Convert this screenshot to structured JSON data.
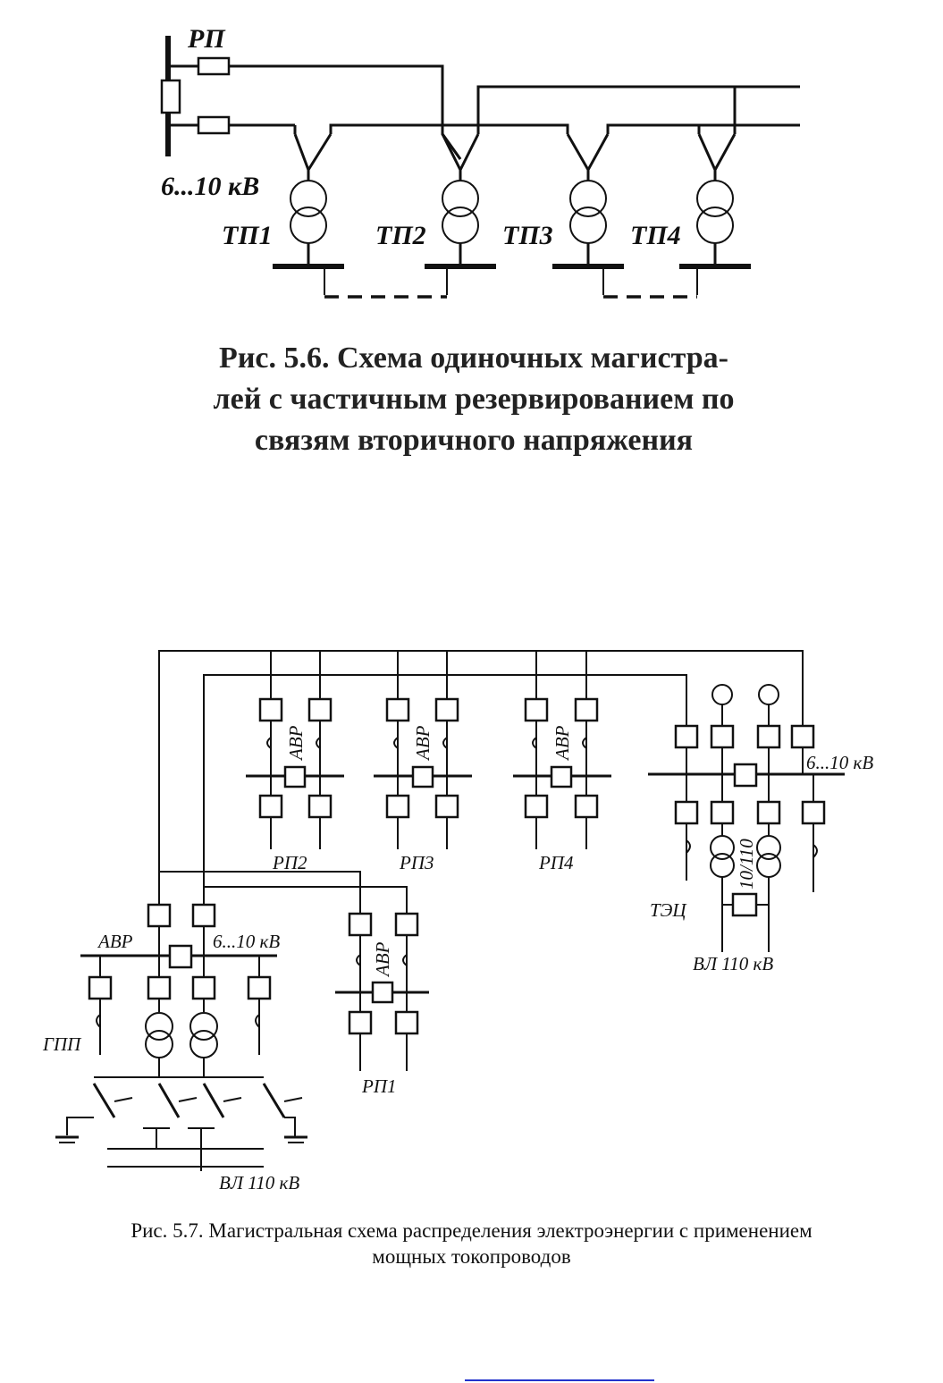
{
  "figure1": {
    "labels": {
      "rp": "РП",
      "voltage": "6...10 кВ",
      "tp1": "ТП1",
      "tp2": "ТП2",
      "tp3": "ТП3",
      "tp4": "ТП4"
    },
    "caption": {
      "line1": "Рис. 5.6. Схема одиночных магистра-",
      "line2": "лей с частичным резервированием по",
      "line3": "связям вторичного напряжения"
    }
  },
  "figure2": {
    "labels": {
      "avr": "АВР",
      "voltage": "6...10 кВ",
      "rp1": "РП1",
      "rp2": "РП2",
      "rp3": "РП3",
      "rp4": "РП4",
      "gpp": "ГПП",
      "tec": "ТЭЦ",
      "vl110": "ВЛ 110 кВ",
      "ratio": "10/110"
    },
    "caption": {
      "line1": "Рис. 5.7. Магистральная схема распределения электроэнергии с применением",
      "line2": "мощных токопроводов"
    }
  },
  "colors": {
    "ink": "#111111",
    "link": "#2233cc"
  }
}
